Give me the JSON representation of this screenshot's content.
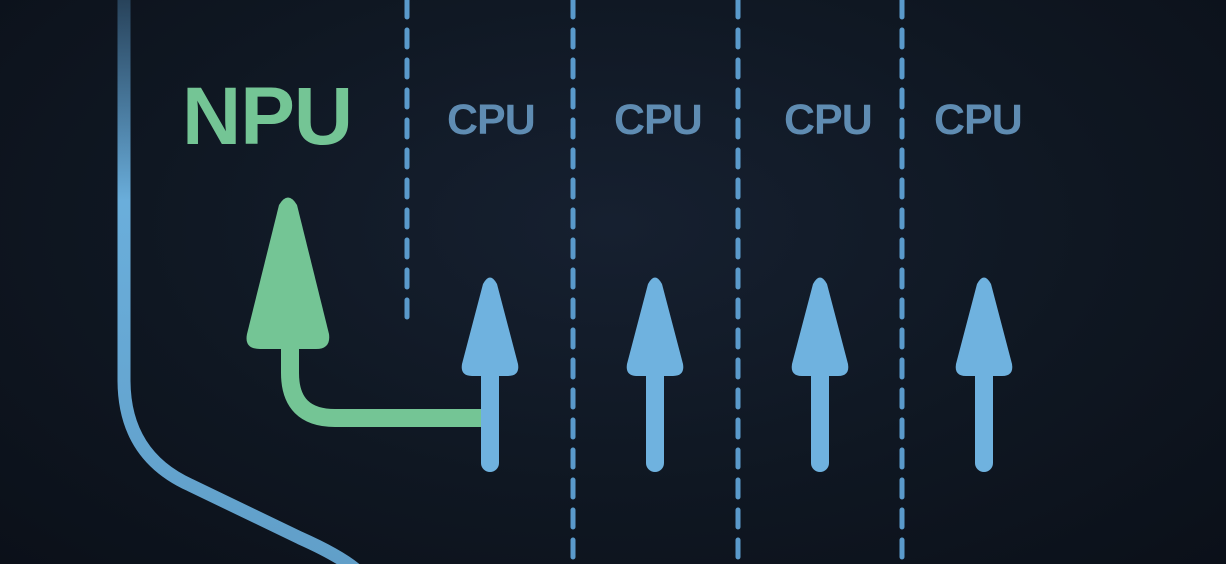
{
  "npu": {
    "label": "NPU",
    "color": "#74c595"
  },
  "cpus": [
    {
      "label": "CPU"
    },
    {
      "label": "CPU"
    },
    {
      "label": "CPU"
    },
    {
      "label": "CPU"
    }
  ],
  "colors": {
    "background": "#0f1722",
    "cpu_text": "#5f8cb2",
    "cpu_arrow": "#6fb2df",
    "divider": "#5a9acb",
    "border": "#6aaedb",
    "npu_arrow": "#74c595"
  }
}
